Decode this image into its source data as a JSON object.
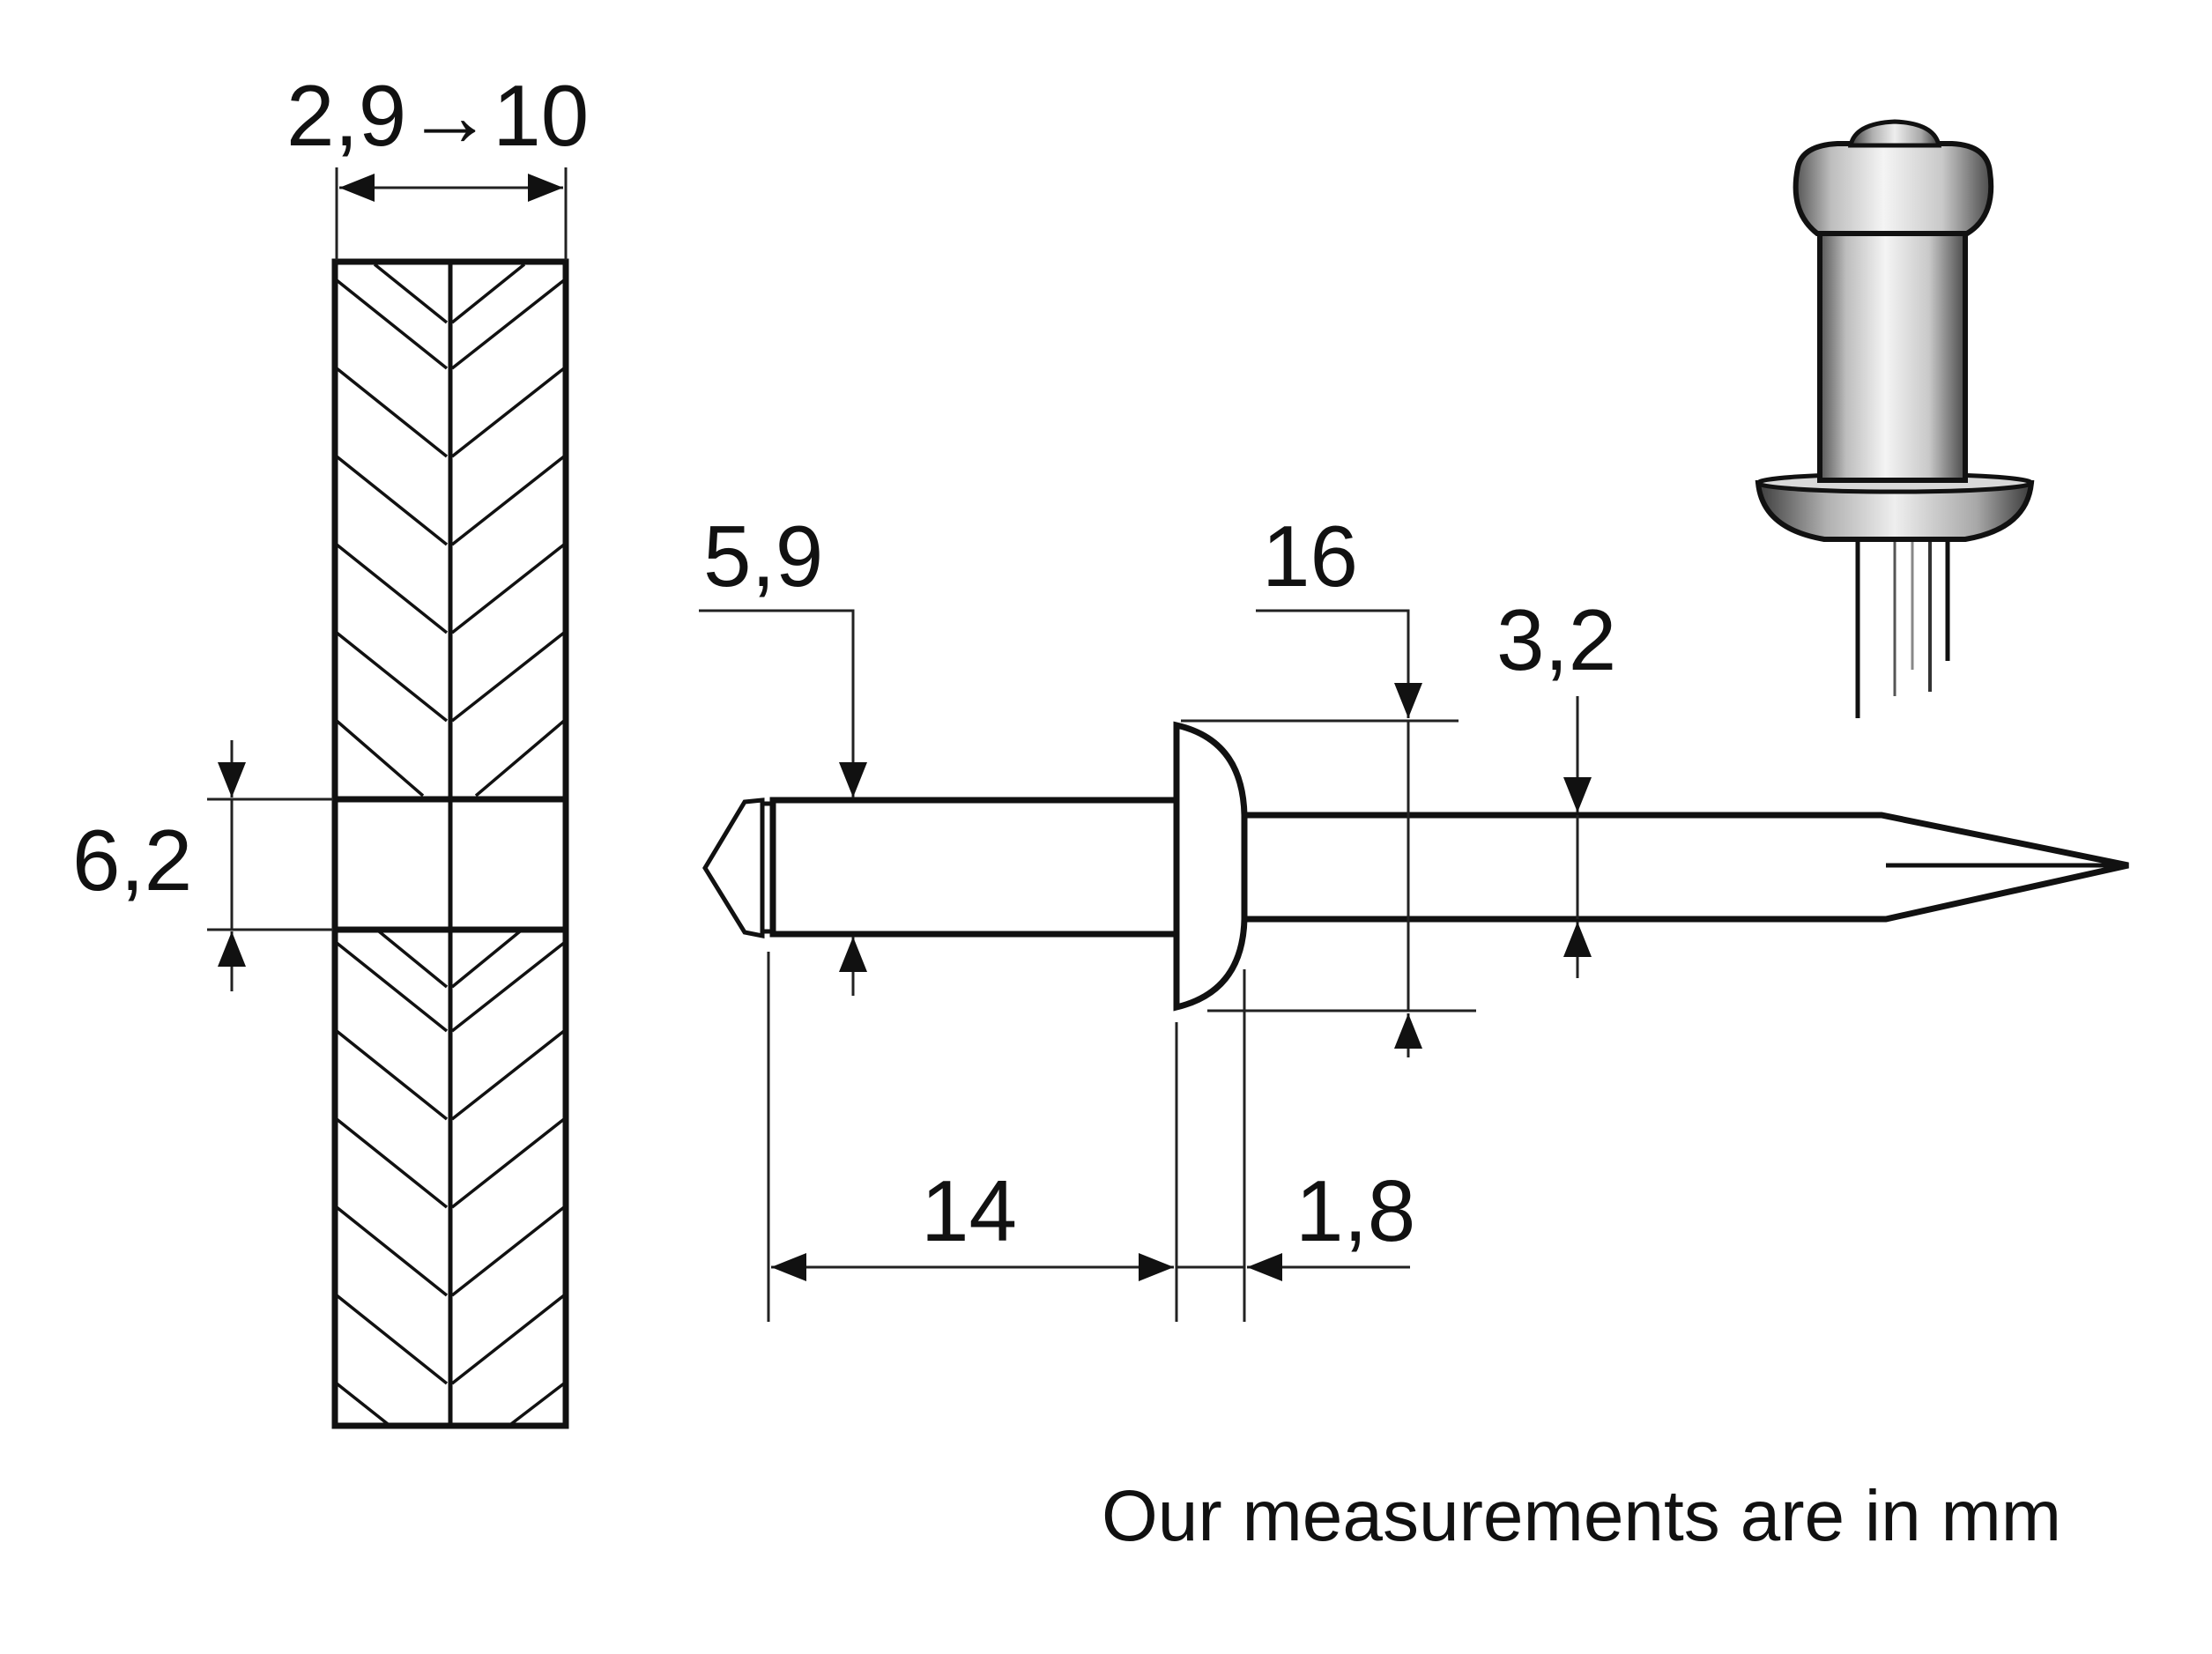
{
  "labels": {
    "material_thickness": "2,9→10",
    "hole_diameter": "6,2",
    "body_diameter": "5,9",
    "head_diameter": "16",
    "mandrel_diameter": "3,2",
    "body_length": "14",
    "head_height": "1,8"
  },
  "note": "Our measurements are in mm",
  "colors": {
    "line": "#111111",
    "rivet_fill": "#ffffff",
    "photo_light": "#e8e8e8",
    "photo_dark": "#555555"
  }
}
